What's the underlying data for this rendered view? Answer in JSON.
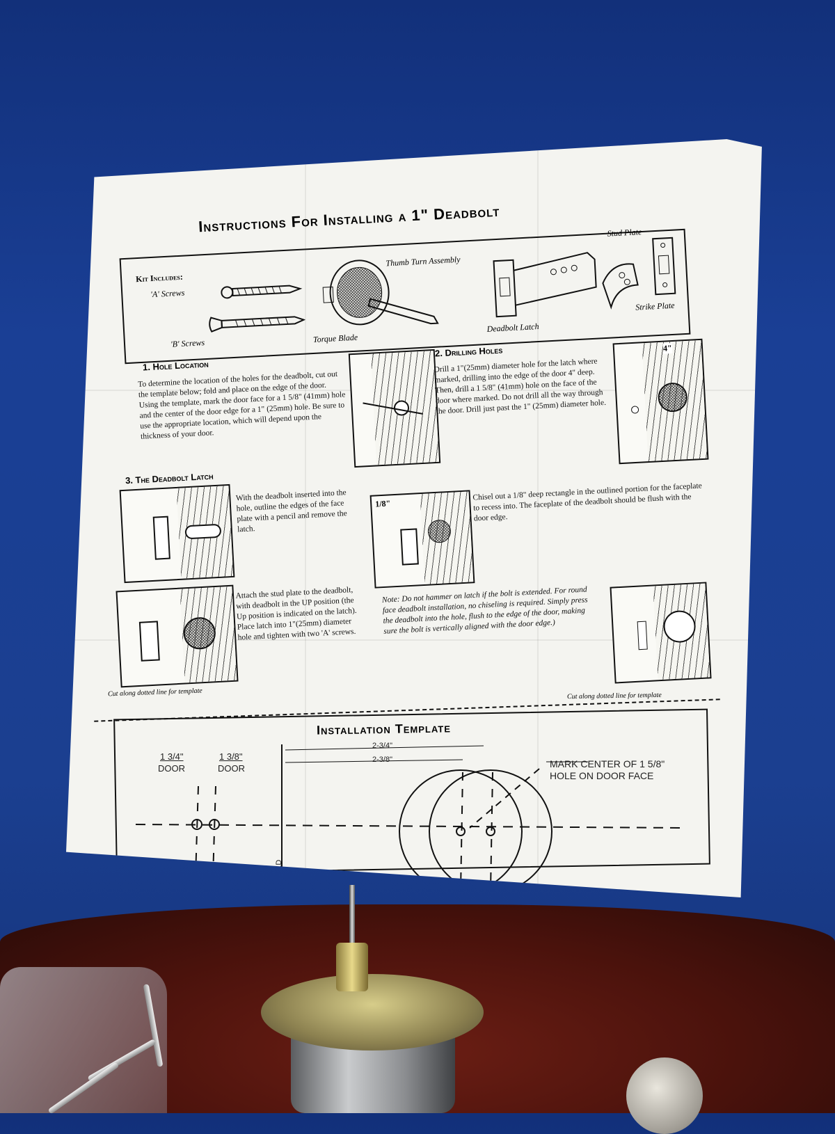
{
  "title": "Instructions For Installing a 1\" Deadbolt",
  "kit": {
    "heading": "Kit Includes:",
    "a_screws": "'A' Screws",
    "b_screws": "'B' Screws",
    "thumb_turn": "Thumb Turn Assembly",
    "torque_blade": "Torque Blade",
    "deadbolt_latch": "Deadbolt Latch",
    "stud_plate": "Stud Plate",
    "strike_plate": "Strike Plate"
  },
  "step1": {
    "heading": "1. Hole Location",
    "text": "To determine the location of the holes for the deadbolt, cut out the template below; fold and place on the edge of the door. Using the template, mark the door face for a 1 5/8\" (41mm) hole and the center of the door edge for a 1\" (25mm) hole. Be sure to use the appropriate location, which will depend upon the thickness of your door."
  },
  "step2": {
    "heading": "2. Drilling Holes",
    "text": "Drill a 1\"(25mm) diameter hole for the latch where marked, drilling into the edge of the door 4\" deep. Then, drill a 1 5/8\" (41mm) hole on the face of the door where marked. Do not drill all the way through the door. Drill just past the 1\" (25mm) diameter hole.",
    "dim": "4\""
  },
  "step3": {
    "heading": "3. The Deadbolt Latch",
    "text_a": "With the deadbolt inserted into the hole, outline the edges of the face plate with a pencil and remove the latch.",
    "text_b": "Chisel out a 1/8\" deep rectangle in the outlined portion for the faceplate to recess into. The faceplate of the deadbolt should be flush with the door edge.",
    "text_c": "Attach the stud plate to the deadbolt, with deadbolt in the UP position (the Up position is indicated on the latch). Place latch into 1\"(25mm) diameter hole and tighten with two 'A' screws.",
    "note": "Note: Do not hammer on latch if the bolt is extended. For round face deadbolt installation, no chiseling is required. Simply press the deadbolt into the hole, flush to the edge of the door, making sure the bolt is vertically aligned with the door edge.)",
    "dim": "1/8\""
  },
  "cut_label": "Cut along dotted line for template",
  "template": {
    "title": "Installation Template",
    "door_a": "1 3/4\"",
    "door_b": "1 3/8\"",
    "door_word": "DOOR",
    "dist_a": "2-3/4\"",
    "dist_b": "2-3/8\"",
    "mark": "MARK CENTER OF 1 5/8\" HOLE ON DOOR FACE",
    "fold": "FOLD"
  }
}
